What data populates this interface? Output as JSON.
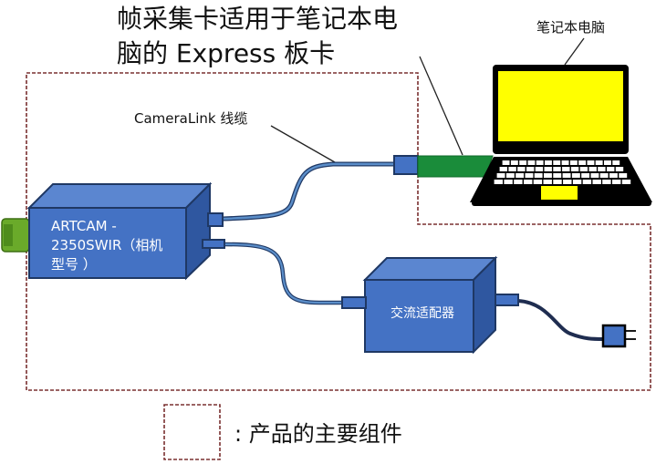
{
  "title": {
    "line1": "帧采集卡适用于笔记本电",
    "line2": "脑的 Express 板卡"
  },
  "labels": {
    "laptop": "笔记本电脑",
    "cable": "CameraLink 线缆",
    "camera_line1": "ARTCAM -",
    "camera_line2": "2350SWIR（相机",
    "camera_line3": "型号 ）",
    "adapter": "交流适配器"
  },
  "legend": {
    "text": ": 产品的主要组件"
  },
  "colors": {
    "box_blue": "#4472c4",
    "box_dark": "#1f3864",
    "cable_blue": "#3a6fa8",
    "card_green": "#1a8c3a",
    "lens_green": "#6aaa2a",
    "screen_yellow": "#ffff00",
    "laptop_black": "#000000",
    "boundary_dash": "#7a3030"
  }
}
